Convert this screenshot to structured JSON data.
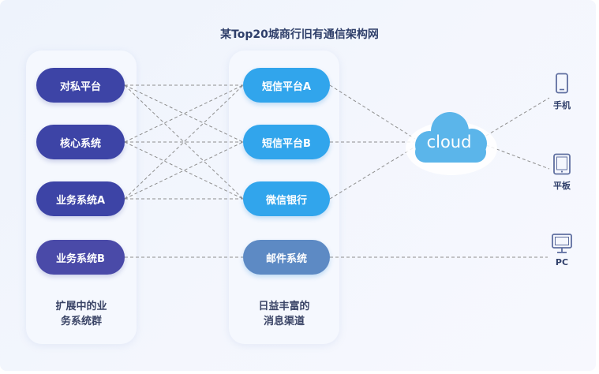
{
  "title": "某Top20城商行旧有通信架构网",
  "systems": [
    {
      "label": "对私平台"
    },
    {
      "label": "核心系统"
    },
    {
      "label": "业务系统A"
    },
    {
      "label": "业务系统B"
    }
  ],
  "channels": [
    {
      "label": "短信平台A"
    },
    {
      "label": "短信平台B"
    },
    {
      "label": "微信银行"
    },
    {
      "label": "邮件系统"
    }
  ],
  "system_group_caption_line1": "扩展中的业",
  "system_group_caption_line2": "务系统群",
  "channel_group_caption_line1": "日益丰富的",
  "channel_group_caption_line2": "消息渠道",
  "cloud_label": "cloud",
  "devices": [
    {
      "label": "手机",
      "icon": "phone-icon"
    },
    {
      "label": "平板",
      "icon": "tablet-icon"
    },
    {
      "label": "PC",
      "icon": "monitor-icon"
    }
  ],
  "colors": {
    "system_fill": "#3d44a6",
    "channel_fill": "#31a5ec",
    "mail_fill": "#5d8ac4",
    "cloud_fill": "#5bb5ea",
    "line": "#8e8e8e",
    "icon_stroke": "#5f6fa0"
  }
}
